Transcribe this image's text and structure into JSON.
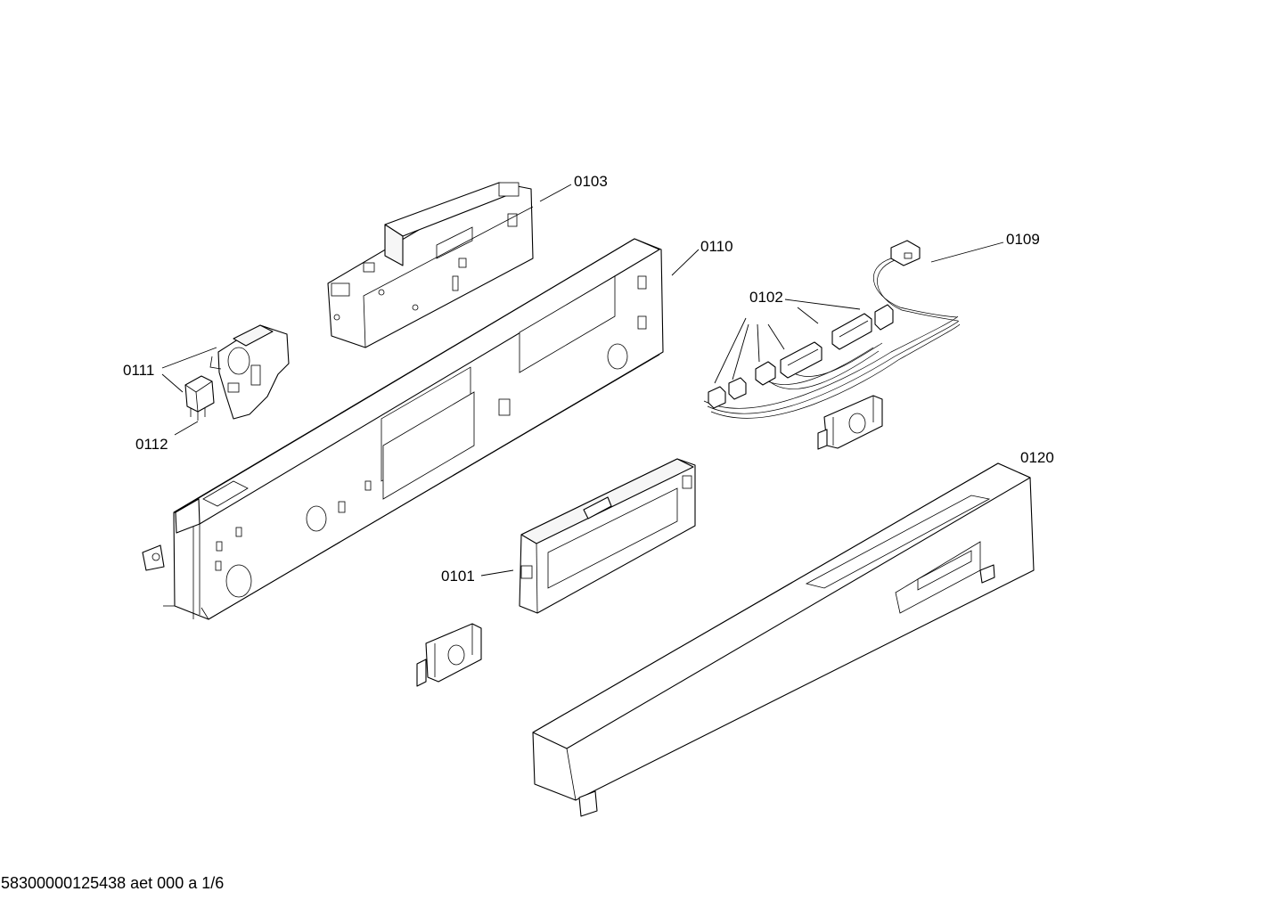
{
  "diagram": {
    "parts": [
      {
        "id": "p0101",
        "label": "0101"
      },
      {
        "id": "p0102",
        "label": "0102"
      },
      {
        "id": "p0103",
        "label": "0103"
      },
      {
        "id": "p0109",
        "label": "0109"
      },
      {
        "id": "p0110",
        "label": "0110"
      },
      {
        "id": "p0111",
        "label": "0111"
      },
      {
        "id": "p0112",
        "label": "0112"
      },
      {
        "id": "p0120",
        "label": "0120"
      }
    ]
  },
  "footer": {
    "text": "58300000125438 aet 000 a 1/6"
  }
}
